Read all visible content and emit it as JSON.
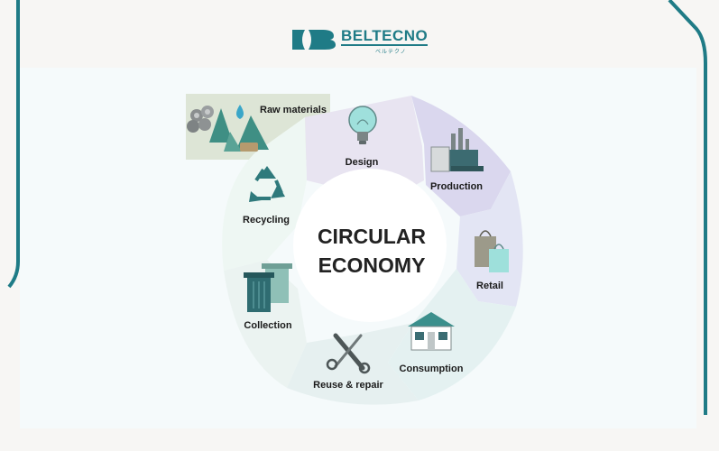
{
  "logo": {
    "brand": "BELTECNO",
    "kana": "ベルテクノ"
  },
  "center": {
    "line1": "CIRCULAR",
    "line2": "ECONOMY"
  },
  "stages": {
    "raw_materials": "Raw materials",
    "design": "Design",
    "production": "Production",
    "retail": "Retail",
    "consumption": "Consumption",
    "reuse_repair": "Reuse & repair",
    "collection": "Collection",
    "recycling": "Recycling"
  },
  "colors": {
    "brand": "#1f7b86",
    "design": "#e8e4f1",
    "production": "#dad7ee",
    "retail": "#e3e5f4",
    "consumption": "#e4f1f1",
    "reuse": "#e6f0f0",
    "collection": "#ebf3f1",
    "recycling": "#eef7f3",
    "raw": "#dde5d6"
  },
  "icons": [
    "trees-logs-icon",
    "lightbulb-icon",
    "factory-icon",
    "shopping-bags-icon",
    "house-icon",
    "wrench-scissors-icon",
    "trash-bins-icon",
    "recycle-icon"
  ]
}
